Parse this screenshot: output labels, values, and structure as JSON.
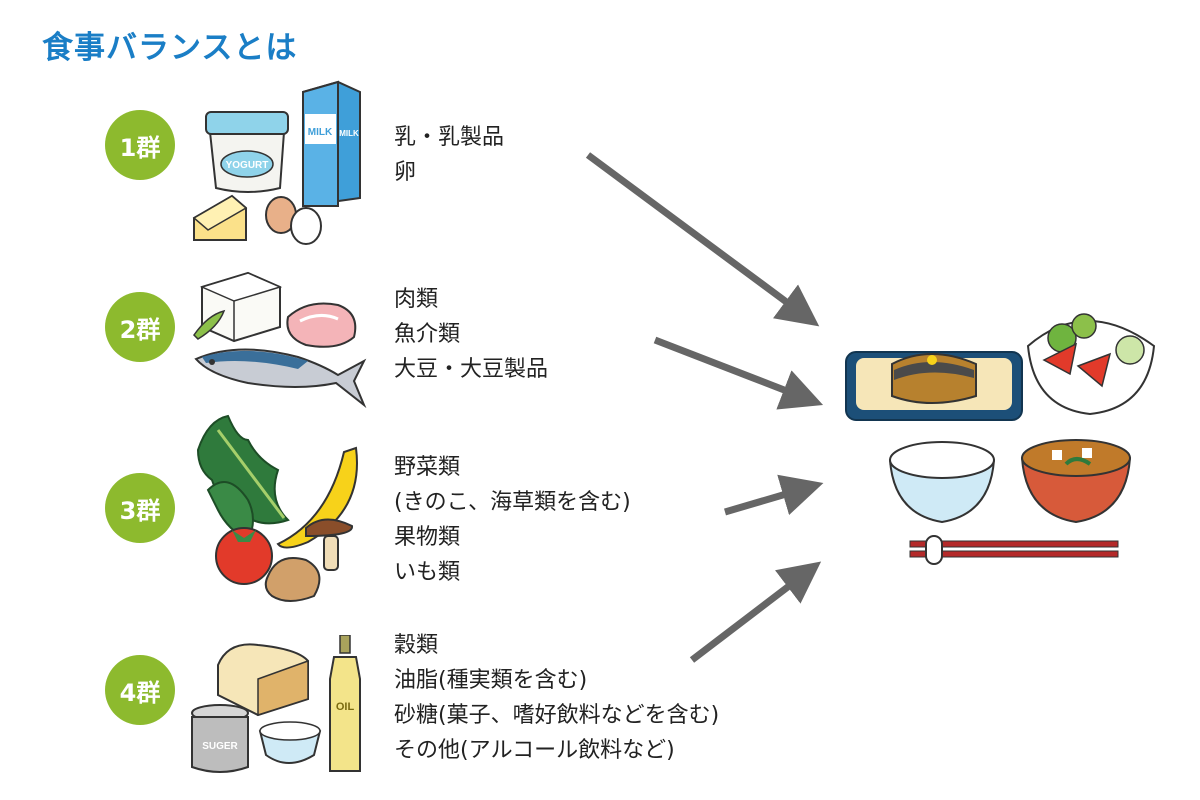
{
  "title": "食事バランスとは",
  "groups": [
    {
      "badge": "1群",
      "items": [
        "乳・乳製品",
        "卵"
      ],
      "labels": {
        "yogurt": "YOGURT",
        "milk": "MILK",
        "milk_side": "MILK"
      }
    },
    {
      "badge": "2群",
      "items": [
        "肉類",
        "魚介類",
        "大豆・大豆製品"
      ]
    },
    {
      "badge": "3群",
      "items": [
        "野菜類",
        "(きのこ、海草類を含む)",
        "果物類",
        "いも類"
      ]
    },
    {
      "badge": "4群",
      "items": [
        "穀類",
        "油脂(種実類を含む)",
        "砂糖(菓子、嗜好飲料などを含む)",
        "その他(アルコール飲料など)"
      ],
      "labels": {
        "oil": "OIL",
        "sugar": "SUGER"
      }
    }
  ],
  "colors": {
    "title": "#1a7ec6",
    "badge": "#8dba2e",
    "arrow": "#666666"
  }
}
